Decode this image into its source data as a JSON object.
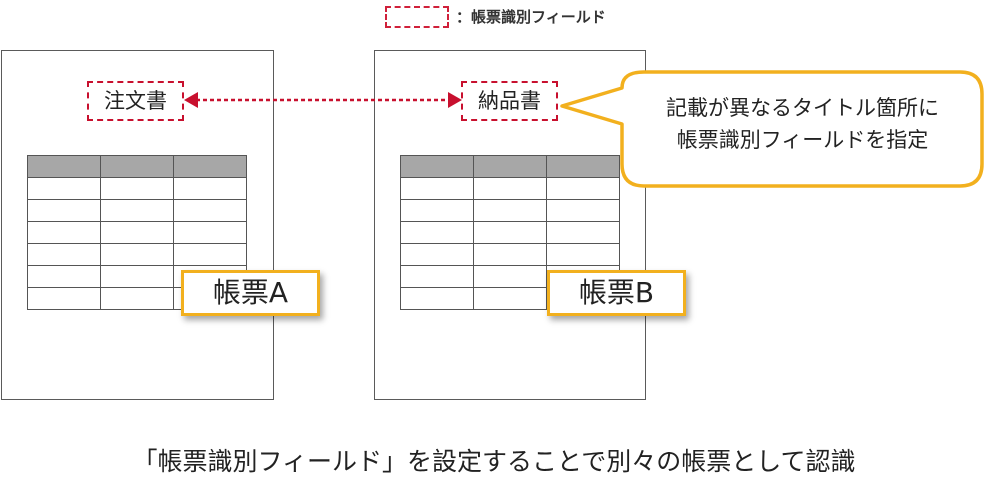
{
  "legend": {
    "label": "：帳票識別フィールド",
    "swatch_color": "#d0203a"
  },
  "documents": [
    {
      "title": "注文書",
      "label": "帳票A",
      "table": {
        "rows": 7,
        "cols": 3
      }
    },
    {
      "title": "納品書",
      "label": "帳票B",
      "table": {
        "rows": 7,
        "cols": 3
      }
    }
  ],
  "callout": {
    "lines": [
      "記載が異なるタイトル箇所に",
      "帳票識別フィールドを指定"
    ],
    "border_color": "#f2b01e"
  },
  "arrow": {
    "color": "#c8102e"
  },
  "caption": "「帳票識別フィールド」を設定することで別々の帳票として認識",
  "colors": {
    "dashed_border": "#c8102e",
    "label_border": "#f2b01e",
    "table_header": "#a7a7a7"
  }
}
